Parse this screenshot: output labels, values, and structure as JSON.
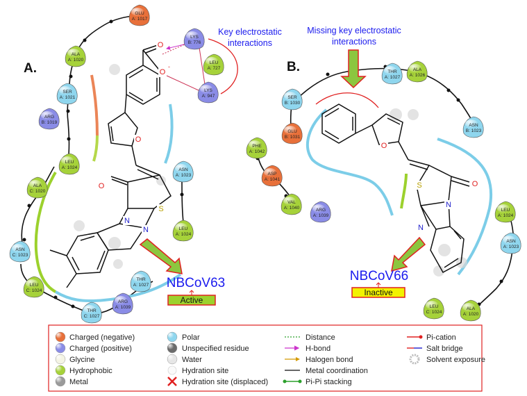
{
  "panels": {
    "a": {
      "label": "A.",
      "annotation": [
        "Key electrostatic",
        "interactions"
      ],
      "compound": "NBCoV63",
      "status": "Active",
      "residues": [
        {
          "name": "GLU",
          "num": "A: 1017",
          "type": "negative"
        },
        {
          "name": "LYS",
          "num": "B: 776",
          "type": "positive"
        },
        {
          "name": "ALA",
          "num": "A: 1020",
          "type": "hydrophobic"
        },
        {
          "name": "LEU",
          "num": "A: 727",
          "type": "hydrophobic"
        },
        {
          "name": "SER",
          "num": "A: 1021",
          "type": "polar"
        },
        {
          "name": "LYS",
          "num": "A: 947",
          "type": "positive"
        },
        {
          "name": "ARG",
          "num": "B: 1019",
          "type": "positive"
        },
        {
          "name": "LEU",
          "num": "A: 1024",
          "type": "hydrophobic"
        },
        {
          "name": "ASN",
          "num": "A: 1023",
          "type": "polar"
        },
        {
          "name": "ALA",
          "num": "C: 1020",
          "type": "hydrophobic"
        },
        {
          "name": "LEU",
          "num": "A: 1024",
          "type": "hydrophobic"
        },
        {
          "name": "ASN",
          "num": "C: 1023",
          "type": "polar"
        },
        {
          "name": "LEU",
          "num": "C: 1024",
          "type": "hydrophobic"
        },
        {
          "name": "THR",
          "num": "A: 1027",
          "type": "polar"
        },
        {
          "name": "THR",
          "num": "C: 1027",
          "type": "polar"
        },
        {
          "name": "ARG",
          "num": "A: 1039",
          "type": "positive"
        }
      ]
    },
    "b": {
      "label": "B.",
      "annotation": [
        "Missing key electrostatic",
        "interactions"
      ],
      "compound": "NBCoV66",
      "status": "Inactive",
      "residues": [
        {
          "name": "THR",
          "num": "A: 1027",
          "type": "polar"
        },
        {
          "name": "ALA",
          "num": "A: 1026",
          "type": "hydrophobic"
        },
        {
          "name": "SER",
          "num": "B: 1030",
          "type": "polar"
        },
        {
          "name": "GLU",
          "num": "B: 1031",
          "type": "negative"
        },
        {
          "name": "ASN",
          "num": "B: 1023",
          "type": "polar"
        },
        {
          "name": "PHE",
          "num": "A: 1042",
          "type": "hydrophobic"
        },
        {
          "name": "ASP",
          "num": "A: 1041",
          "type": "negative"
        },
        {
          "name": "VAL",
          "num": "A: 1040",
          "type": "hydrophobic"
        },
        {
          "name": "ARG",
          "num": "A: 1039",
          "type": "positive"
        },
        {
          "name": "LEU",
          "num": "A: 1024",
          "type": "hydrophobic"
        },
        {
          "name": "ASN",
          "num": "A: 1023",
          "type": "polar"
        },
        {
          "name": "LEU",
          "num": "C: 1024",
          "type": "hydrophobic"
        },
        {
          "name": "ALA",
          "num": "A: 1020",
          "type": "hydrophobic"
        }
      ]
    }
  },
  "atoms": {
    "oxygen": "O",
    "sulfur": "S",
    "nitrogen": "N"
  },
  "colors": {
    "negative": "#e8703a",
    "positive": "#8a8ce6",
    "glycine": "#f4f4e4",
    "hydrophobic": "#a6d23a",
    "metal": "#9a9a9a",
    "polar": "#8fd6ee",
    "unspecified": "#6b6b6b",
    "water": "#e6e6e6",
    "annotation": "#1a1aee",
    "arrow": "#8cc63f",
    "arrow_edge": "#e02020",
    "pocket_polar": "#7ccde8",
    "pocket_hydrophobic": "#9cd12d"
  },
  "legend": {
    "col1": [
      {
        "label": "Charged (negative)",
        "key": "negative"
      },
      {
        "label": "Charged (positive)",
        "key": "positive"
      },
      {
        "label": "Glycine",
        "key": "glycine"
      },
      {
        "label": "Hydrophobic",
        "key": "hydrophobic"
      },
      {
        "label": "Metal",
        "key": "metal"
      }
    ],
    "col2": [
      {
        "label": "Polar",
        "key": "polar"
      },
      {
        "label": "Unspecified residue",
        "key": "unspecified"
      },
      {
        "label": "Water",
        "key": "water"
      },
      {
        "label": "Hydration site",
        "key": "hydration"
      },
      {
        "label": "Hydration site (displaced)",
        "key": "hydration-displaced"
      }
    ],
    "col3": [
      {
        "label": "Distance",
        "key": "distance"
      },
      {
        "label": "H-bond",
        "key": "hbond"
      },
      {
        "label": "Halogen bond",
        "key": "halogen"
      },
      {
        "label": "Metal coordination",
        "key": "metal-coord"
      },
      {
        "label": "Pi-Pi stacking",
        "key": "pipi"
      }
    ],
    "col4": [
      {
        "label": "Pi-cation",
        "key": "pication"
      },
      {
        "label": "Salt bridge",
        "key": "saltbridge"
      },
      {
        "label": "Solvent exposure",
        "key": "solvent"
      }
    ]
  }
}
